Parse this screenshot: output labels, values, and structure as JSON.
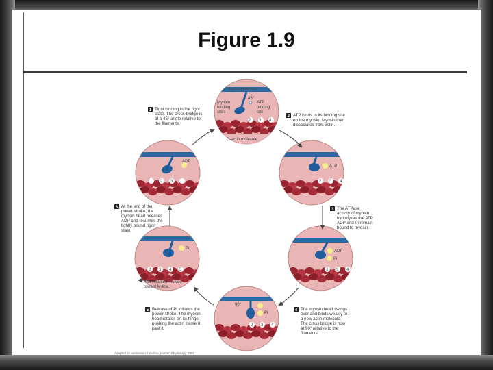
{
  "slide": {
    "title": "Figure 1.9",
    "credit": "Adapted by permission from Fox, Human Physiology, 2001."
  },
  "labels": {
    "myosin_filament": "Myosin filament",
    "angle_45": "45°",
    "myosin_binding_sites": [
      "Myosin",
      "binding",
      "sites"
    ],
    "atp_binding_site": [
      "ATP",
      "binding",
      "site"
    ],
    "g_actin_molecule": "G-actin molecule",
    "adp": "ADP",
    "atp": "ATP",
    "pi": "Pi",
    "angle_90": "90°",
    "actin_moves": [
      "Actin filament moves",
      "toward M-line."
    ],
    "actin_numbers": [
      "1",
      "2",
      "3",
      "4"
    ],
    "actin_numbers_shifted": [
      "1",
      "2",
      "3",
      "4",
      "5"
    ]
  },
  "steps": [
    {
      "number": "1",
      "lines": [
        "Tight binding in the rigor",
        "state. The cross-bridge is",
        "at a 45° angle relative to",
        "the filaments."
      ]
    },
    {
      "number": "2",
      "lines": [
        "ATP binds to its binding site",
        "on the myosin. Myosin then",
        "dissociates from actin."
      ]
    },
    {
      "number": "3",
      "lines": [
        "The ATPase",
        "activity of myosin",
        "hydrolyzes the ATP.",
        "ADP and Pi remain",
        "bound to myosin."
      ]
    },
    {
      "number": "4",
      "lines": [
        "The myosin head swings",
        "over and binds weakly to",
        "a new actin molecule.",
        "The cross bridge is now",
        "at 90° relative to the",
        "filaments."
      ]
    },
    {
      "number": "5",
      "lines": [
        "Release of Pi initiates the",
        "power stroke. The myosin",
        "head rotates on its hinge,",
        "pushing the actin filament",
        "past it."
      ]
    },
    {
      "number": "6",
      "lines": [
        "At the end of the",
        "power stroke, the",
        "myosin head releases",
        "ADP and resumes the",
        "tightly bound rigor",
        "state."
      ]
    }
  ],
  "colors": {
    "circle_fill": "#e9b5b5",
    "myosin_band": "#2b6aa3",
    "myosin_head": "#1f5d9c",
    "actin": "#9c2430",
    "phosphate": "#f4ee8c",
    "arrow": "#444444"
  }
}
